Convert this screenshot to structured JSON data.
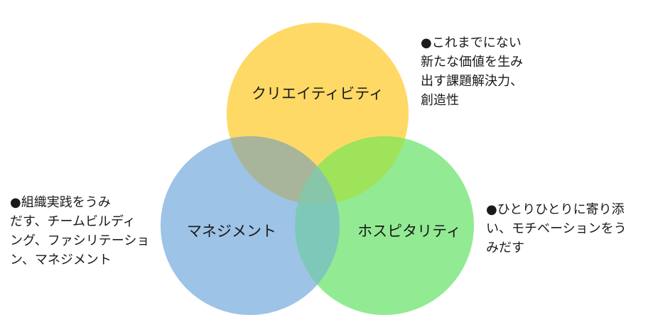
{
  "diagram": {
    "circles": [
      {
        "id": "creativity",
        "label": "クリエイティビティ",
        "color": "#ffd966"
      },
      {
        "id": "management",
        "label": "マネジメント",
        "color": "#9dc3e6"
      },
      {
        "id": "hospitality",
        "label": "ホスピタリティ",
        "color": "#92eb92"
      }
    ],
    "overlap_colors": {
      "creativity_management": "#a8b59a",
      "creativity_hospitality": "#9ee35a",
      "management_hospitality": "#7ec8b9",
      "all_three": "#87c6a8"
    },
    "notes": {
      "creativity": [
        "●これまでにない",
        "新たな価値を生み",
        "出す課題解決力、",
        "創造性"
      ],
      "management": [
        "●組織実践をうみ",
        "だす、チームビルディ",
        "ング、ファシリテーショ",
        "ン、マネジメント"
      ],
      "hospitality": [
        "●ひとりひとりに寄り添",
        "い、モチベーションをう",
        "みだす"
      ]
    }
  }
}
